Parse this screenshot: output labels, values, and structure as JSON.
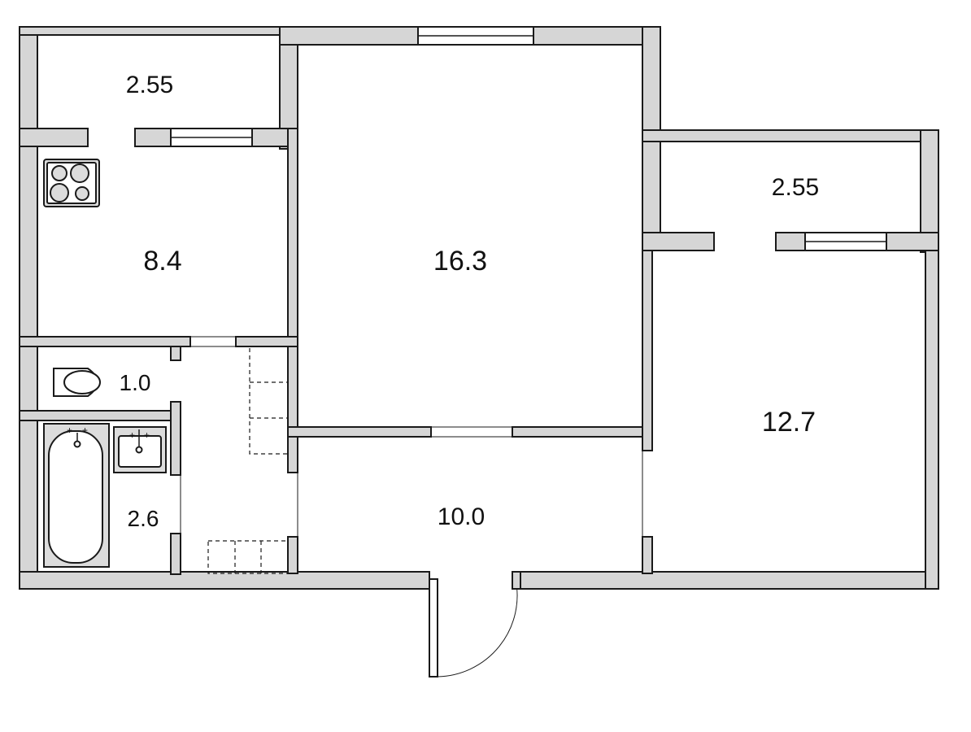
{
  "rooms": {
    "balcony_left": {
      "area": "2.55"
    },
    "kitchen": {
      "area": "8.4"
    },
    "living_room": {
      "area": "16.3"
    },
    "balcony_right": {
      "area": "2.55"
    },
    "bedroom": {
      "area": "12.7"
    },
    "toilet": {
      "area": "1.0"
    },
    "bathroom": {
      "area": "2.6"
    },
    "hallway": {
      "area": "10.0"
    }
  },
  "fixtures": {
    "stove": "stove-icon",
    "toilet": "toilet-icon",
    "bathtub": "bathtub-icon",
    "sink": "sink-icon",
    "closets": "closet-outline"
  },
  "colors": {
    "wall_fill": "#d6d6d6",
    "line": "#1a1a1a",
    "background": "#ffffff"
  }
}
